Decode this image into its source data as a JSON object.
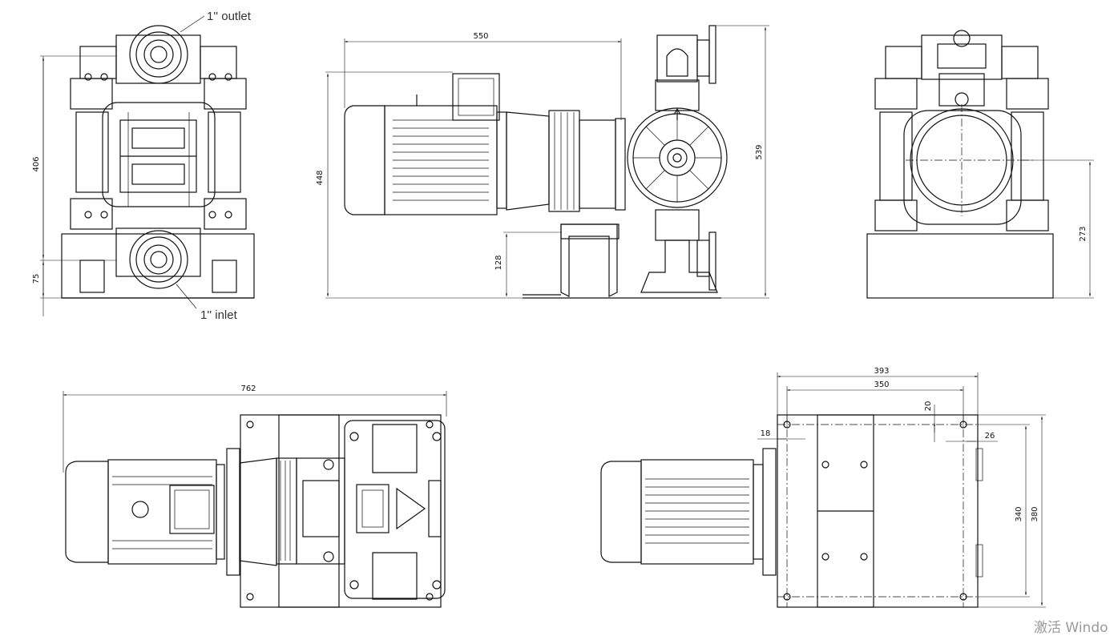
{
  "labels": {
    "outlet": "1'' outlet",
    "inlet": "1'' inlet"
  },
  "dimensions": {
    "front_height": "406",
    "front_inlet_height": "75",
    "side_length": "550",
    "side_motor_height": "448",
    "side_foot_height": "128",
    "side_total_height": "539",
    "rear_axis_height": "273",
    "top_length": "762",
    "base_outer_width": "393",
    "base_hole_width": "350",
    "hole_offset_top": "20",
    "hole_offset_left": "18",
    "hole_offset_right": "26",
    "base_hole_depth": "340",
    "base_outer_depth": "380"
  },
  "watermark": "激活 Windo"
}
